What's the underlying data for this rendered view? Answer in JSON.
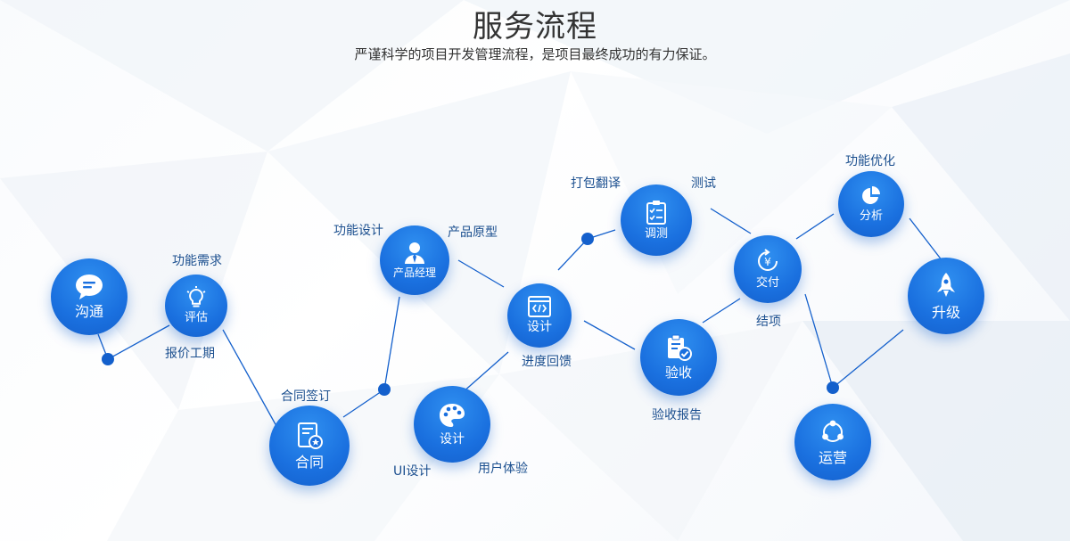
{
  "header": {
    "title": "服务流程",
    "subtitle": "严谨科学的项目开发管理流程，是项目最终成功的有力保证。"
  },
  "nodes": {
    "goutong": "沟通",
    "pinggu": "评估",
    "hetong": "合同",
    "chanpin": "产品经理",
    "sheji_ui": "设计",
    "sheji_dev": "设计",
    "tiaoce": "调测",
    "yanshou": "验收",
    "jiaofu": "交付",
    "fenxi": "分析",
    "shengji": "升级",
    "yunying": "运营"
  },
  "labels": {
    "gongneng_xuqiu": "功能需求",
    "baojia_gongqi": "报价工期",
    "hetong_qianding": "合同签订",
    "gongneng_sheji": "功能设计",
    "chanpin_yuanxing": "产品原型",
    "ui_sheji": "UI设计",
    "yonghu_tiyan": "用户体验",
    "jindu_huikui": "进度回馈",
    "dabao_fanyi": "打包翻译",
    "ceshi": "测试",
    "yanshou_baogao": "验收报告",
    "jiexiang": "结项",
    "gongneng_youhua": "功能优化"
  },
  "colors": {
    "node_blue": "#1a70df",
    "line": "#1460cc",
    "label_text": "#1b4f8f"
  }
}
